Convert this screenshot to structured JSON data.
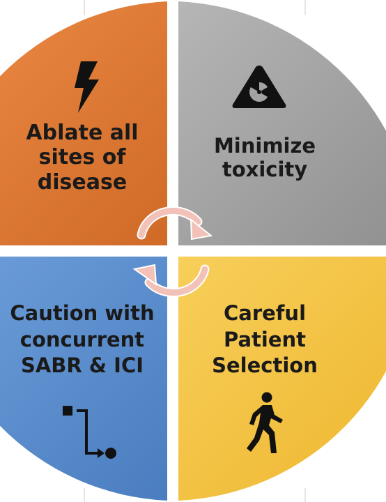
{
  "quadrants": {
    "top_left": {
      "lines": [
        "Ablate all",
        "sites of",
        "disease"
      ],
      "icon": "lightning-bolt-icon",
      "color": "#e07b36"
    },
    "top_right": {
      "lines": [
        "Minimize",
        "toxicity"
      ],
      "icon": "radiation-hazard-icon",
      "color": "#a3a3a3"
    },
    "bottom_left": {
      "lines": [
        "Caution with",
        "concurrent",
        "SABR & ICI"
      ],
      "icon": "flow-sequence-icon",
      "color": "#5b8fcf"
    },
    "bottom_right": {
      "lines": [
        "Careful",
        "Patient",
        "Selection"
      ],
      "icon": "walking-person-icon",
      "color": "#f4c243"
    }
  },
  "cycle_arrows": {
    "color": "#f2c2b8"
  }
}
